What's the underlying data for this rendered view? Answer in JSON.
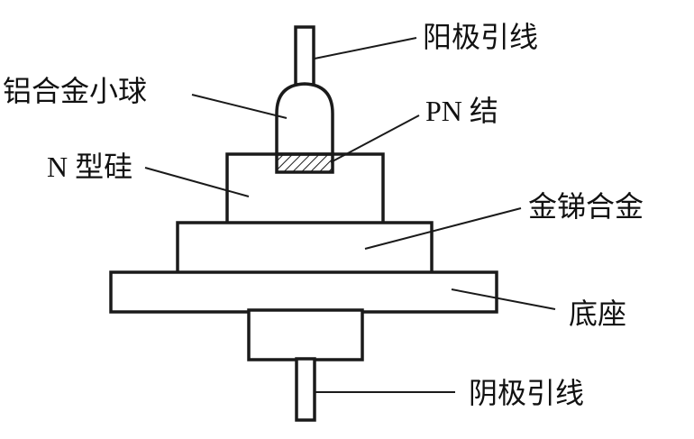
{
  "labels": {
    "anode_lead": "阳极引线",
    "aluminum_ball": "铝合金小球",
    "pn_junction": "PN 结",
    "n_silicon": "N 型硅",
    "gold_antimony": "金锑合金",
    "base": "底座",
    "cathode_lead": "阴极引线"
  }
}
